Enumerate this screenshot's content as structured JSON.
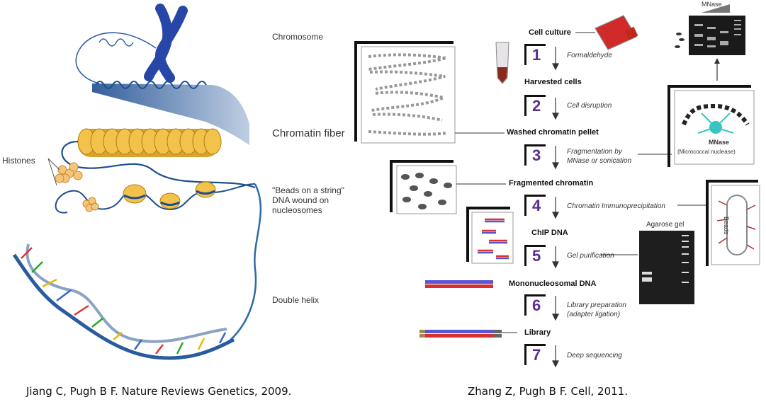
{
  "left_labels": {
    "chromosome": "Chromosome",
    "chromatin_fiber": "Chromatin fiber",
    "histones": "Histones",
    "beads": [
      "\"Beads on a string\"",
      "DNA wound on",
      "nucleosomes"
    ],
    "double_helix": "Double helix"
  },
  "steps": [
    {
      "num": "1",
      "head": "Cell culture",
      "desc": [
        "Formaldehyde"
      ]
    },
    {
      "num": "2",
      "head": "Harvested cells",
      "desc": [
        "Cell disruption"
      ]
    },
    {
      "num": "3",
      "head": "Washed chromatin pellet",
      "desc": [
        "Fragmentation by",
        "MNase or sonication"
      ]
    },
    {
      "num": "4",
      "head": "Fragmented chromatin",
      "desc": [
        "Chromatin Immunoprecipitation"
      ]
    },
    {
      "num": "5",
      "head": "ChIP DNA",
      "desc": [
        "Gel purification"
      ]
    },
    {
      "num": "6",
      "head": "Mononucleosomal DNA",
      "desc": [
        "Library preparation",
        "(adapter ligation)"
      ]
    },
    {
      "num": "7",
      "head": "Library",
      "desc": [
        "Deep sequencing"
      ]
    }
  ],
  "right_labels": {
    "mnase_top": "MNase",
    "mnase_box_name": "MNase",
    "mnase_box_caption": "(Micrococcal nuclease)",
    "agarose_gel": "Agarose gel",
    "beads": "Beads"
  },
  "citations": {
    "left": "Jiang C, Pugh B F. Nature Reviews Genetics, 2009.",
    "right": "Zhang Z, Pugh B F. Cell, 2011."
  }
}
